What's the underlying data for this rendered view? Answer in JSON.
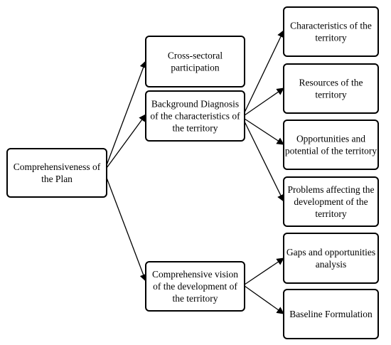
{
  "nodes": [
    {
      "id": "root",
      "lines": [
        "Comprehensiveness of",
        "the Plan"
      ]
    },
    {
      "id": "cross",
      "lines": [
        "Cross-sectoral",
        "participation"
      ]
    },
    {
      "id": "background",
      "lines": [
        "Background Diagnosis",
        "of the characteristics of",
        "the territory"
      ]
    },
    {
      "id": "vision",
      "lines": [
        "Comprehensive vision",
        "of the development of",
        "the territory"
      ]
    },
    {
      "id": "characteristics",
      "lines": [
        "Characteristics of the",
        "territory"
      ]
    },
    {
      "id": "resources",
      "lines": [
        "Resources of the",
        "territory"
      ]
    },
    {
      "id": "opportunities",
      "lines": [
        "Opportunities and",
        "potential of the territory"
      ]
    },
    {
      "id": "problems",
      "lines": [
        "Problems affecting the",
        "development of the",
        "territory"
      ]
    },
    {
      "id": "gaps",
      "lines": [
        "Gaps and opportunities",
        "analysis"
      ]
    },
    {
      "id": "baseline",
      "lines": [
        "Baseline Formulation"
      ]
    }
  ],
  "edges": [
    {
      "from": "root",
      "to": "cross"
    },
    {
      "from": "root",
      "to": "background"
    },
    {
      "from": "root",
      "to": "vision"
    },
    {
      "from": "background",
      "to": "characteristics"
    },
    {
      "from": "background",
      "to": "resources"
    },
    {
      "from": "background",
      "to": "opportunities"
    },
    {
      "from": "background",
      "to": "problems"
    },
    {
      "from": "vision",
      "to": "gaps"
    },
    {
      "from": "vision",
      "to": "baseline"
    }
  ]
}
